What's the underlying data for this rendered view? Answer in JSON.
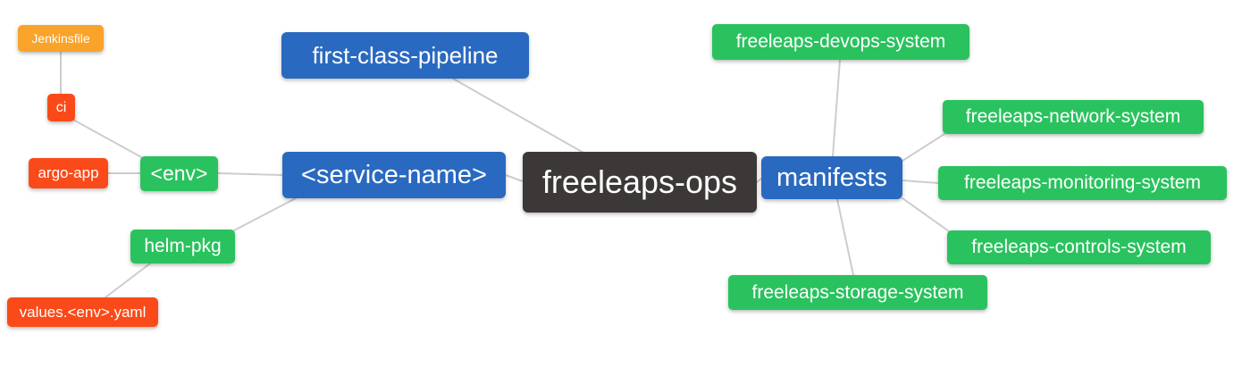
{
  "diagram": {
    "type": "mindmap",
    "title": "freeleaps-ops repository structure mind map",
    "palette": {
      "root_bg": "#3c3837",
      "level1_bg": "#2969c0",
      "level2_bg": "#2ac25e",
      "level3_bg": "#fb4a19",
      "level4_bg": "#f9a32b",
      "edge": "#cdcdcd",
      "text": "#ffffff",
      "background": "#ffffff"
    },
    "nodes": [
      {
        "id": "freeleaps-ops",
        "label": "freeleaps-ops",
        "level": 0
      },
      {
        "id": "first-class-pipeline",
        "label": "first-class-pipeline",
        "level": 1
      },
      {
        "id": "service-name",
        "label": "<service-name>",
        "level": 1
      },
      {
        "id": "manifests",
        "label": "manifests",
        "level": 1
      },
      {
        "id": "env",
        "label": "<env>",
        "level": 2
      },
      {
        "id": "helm-pkg",
        "label": "helm-pkg",
        "level": 2
      },
      {
        "id": "ci",
        "label": "ci",
        "level": 3
      },
      {
        "id": "argo-app",
        "label": "argo-app",
        "level": 3
      },
      {
        "id": "jenkinsfile",
        "label": "Jenkinsfile",
        "level": 4
      },
      {
        "id": "values-env-yaml",
        "label": "values.<env>.yaml",
        "level": 3
      },
      {
        "id": "freeleaps-devops-system",
        "label": "freeleaps-devops-system",
        "level": 2
      },
      {
        "id": "freeleaps-network-system",
        "label": "freeleaps-network-system",
        "level": 2
      },
      {
        "id": "freeleaps-monitoring-system",
        "label": "freeleaps-monitoring-system",
        "level": 2
      },
      {
        "id": "freeleaps-controls-system",
        "label": "freeleaps-controls-system",
        "level": 2
      },
      {
        "id": "freeleaps-storage-system",
        "label": "freeleaps-storage-system",
        "level": 2
      }
    ],
    "edges": [
      [
        "jenkinsfile",
        "ci"
      ],
      [
        "ci",
        "env"
      ],
      [
        "argo-app",
        "env"
      ],
      [
        "env",
        "service-name"
      ],
      [
        "helm-pkg",
        "service-name"
      ],
      [
        "values-env-yaml",
        "helm-pkg"
      ],
      [
        "first-class-pipeline",
        "freeleaps-ops"
      ],
      [
        "service-name",
        "freeleaps-ops"
      ],
      [
        "freeleaps-ops",
        "manifests"
      ],
      [
        "manifests",
        "freeleaps-devops-system"
      ],
      [
        "manifests",
        "freeleaps-network-system"
      ],
      [
        "manifests",
        "freeleaps-monitoring-system"
      ],
      [
        "manifests",
        "freeleaps-controls-system"
      ],
      [
        "manifests",
        "freeleaps-storage-system"
      ]
    ]
  }
}
